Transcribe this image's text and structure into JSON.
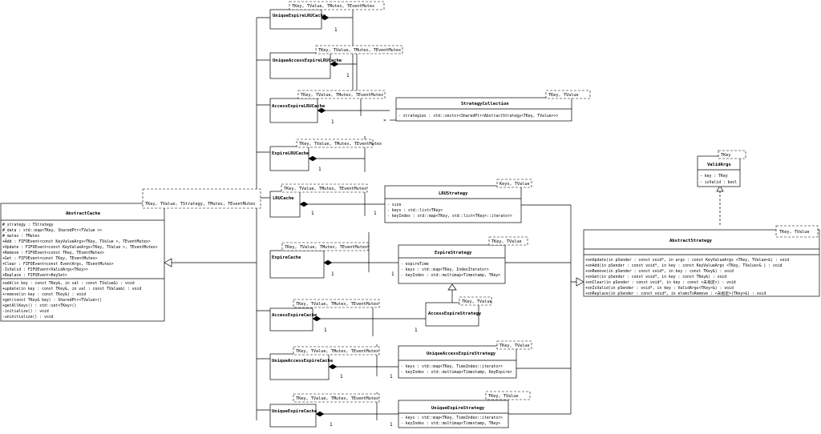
{
  "classes": {
    "unique_expire_lru_cache": {
      "name": "UniqueExpireLRUCache",
      "tparams": "TKey, TValue, TMutex, TEventMutex"
    },
    "unique_access_expire_lru_cache": {
      "name": "UniqueAccessExpireLRUCache",
      "tparams": "TKey, TValue, TMutex, TEventMutex"
    },
    "access_expire_lru_cache": {
      "name": "AccessExpireLRUCache",
      "tparams": "TKey, TValue, TMutex, TEventMutex"
    },
    "expire_lru_cache": {
      "name": "ExpireLRUCache",
      "tparams": "TKey, TValue, TMutex, TEventMutex"
    },
    "lru_cache": {
      "name": "LRUCache",
      "tparams": "TKey, TValue, TMutex, TEventMutex"
    },
    "expire_cache": {
      "name": "ExpireCache",
      "tparams": "TKey, TValue, TMutex, TEventMutex"
    },
    "access_expire_cache": {
      "name": "AccessExpireCache",
      "tparams": "TKey, TValue, TMutex, TEventMutex"
    },
    "unique_access_expire_cache": {
      "name": "UniqueAccessExpireCache",
      "tparams": "TKey, TValue, TMutex, TEventMutex"
    },
    "unique_expire_cache": {
      "name": "UniqueExpireCache",
      "tparams": "TKey, TValue, TMutex, TEventMutex"
    },
    "strategy_collection": {
      "name": "StrategyCollection",
      "tparams": "TKey, TValue",
      "attributes": [
        "- strategies : std::vector<SharedPtr<AbstractStrategy<TKey, TValue>>>"
      ]
    },
    "lru_strategy": {
      "name": "LRUStrategy",
      "tparams": "Keys, TValue",
      "attributes": [
        "- size",
        "- keys : std::list<TKey>",
        "- keyIndex : std::map<TKey, std::list<TKey>::iterator>"
      ]
    },
    "expire_strategy": {
      "name": "ExpireStrategy",
      "tparams": "TKey, TValue",
      "attributes": [
        "- expireTime",
        "- keys : std::map<TKey, IndexIterator>",
        "- keyIndex : std::multimap<Timestamp, TKey>"
      ]
    },
    "access_expire_strategy": {
      "name": "AccessExpireStrategy",
      "tparams": "TKey, TValue"
    },
    "unique_access_expire_strategy": {
      "name": "UniqueAccessExpireStrategy",
      "tparams": "TKey, TValue",
      "attributes": [
        "- keys : std::map<TKey, TimeIndex::iterator>",
        "- keyIndex : std::multimap<Timestamp, KeyExpire>"
      ]
    },
    "unique_expire_strategy": {
      "name": "UniqueExpireStrategy",
      "tparams": "TKey, TValue",
      "attributes": [
        "- keys : std::map<TKey, TimeIndex::iterator>",
        "- keyIndex : std::multimap<Timestamp, TKey>"
      ]
    },
    "valid_args": {
      "name": "ValidArgs",
      "tparams": "TKey",
      "attributes": [
        "- key : TKey",
        "- isValid : bool"
      ]
    },
    "abstract_cache": {
      "name": "AbstractCache",
      "tparams": "TKey, TValue, TStrategy, TMutex, TEventMutex",
      "attributes": [
        "#_strategy : TStrategy",
        "#_data : std::map<TKey, SharedPtr<TValue >>",
        "#_mutex : TMutex",
        "+Add : FIFOEvent<const KeyValueArgs<TKey, TValue >, TEventMutex>",
        "+Update : FIFOEvent<const KeyValueArgs<TKey, TValue >, TEventMutex>",
        "+Remove : FIFOEvent<const TKey, TEventMutex>",
        "+Get : FIFOEvent<const TKey, TEventMutex>",
        "+Clear : FIFOEvent<const EventArgs, TEventMutex>",
        "-IsValid : FIFOEvent<ValidArgs<TKey>>",
        "+Replace : FIFOEvent<KeySet>"
      ],
      "operations": [
        "+add(in key : const TKey&, in val : const TValue&) : void",
        "+update(in key : const TKey&, in val : const TValue&) : void",
        "+remove(in key : const TKey&) : void",
        "+get(const TKey& key) : SharedPtr<TValue>()",
        "+getAllKeys() : std::set<TKey>()",
        "-initialize() : void",
        "-uninitialize() : void"
      ]
    },
    "abstract_strategy": {
      "name": "AbstractStrategy",
      "tparams": "TKey, TValue",
      "operations": [
        "+onUpdate(in pSender : const void*, in args : const KeyValueArgs <TKey, TValue>&) : void",
        "+onAdd(in pSender : const void*, in key : const KeyValueArgs <TKey, TValue>& ) : void",
        "+onRemove(in pSender : const void*, in key : const TKey&) : void",
        "+onGet(in pSender : const void*, in key : const TKey&) : void",
        "+onClear(in pSender : const void*, in key : const <未指定>) : void",
        "+onIsValid(in pSender : void*, in key : ValidArgs<TKey>&) : void",
        "+onReplace(in pSender : const void*, in elemsToRemove : <未指定>(TKey>&) : void"
      ]
    }
  },
  "multiplicity": "1"
}
